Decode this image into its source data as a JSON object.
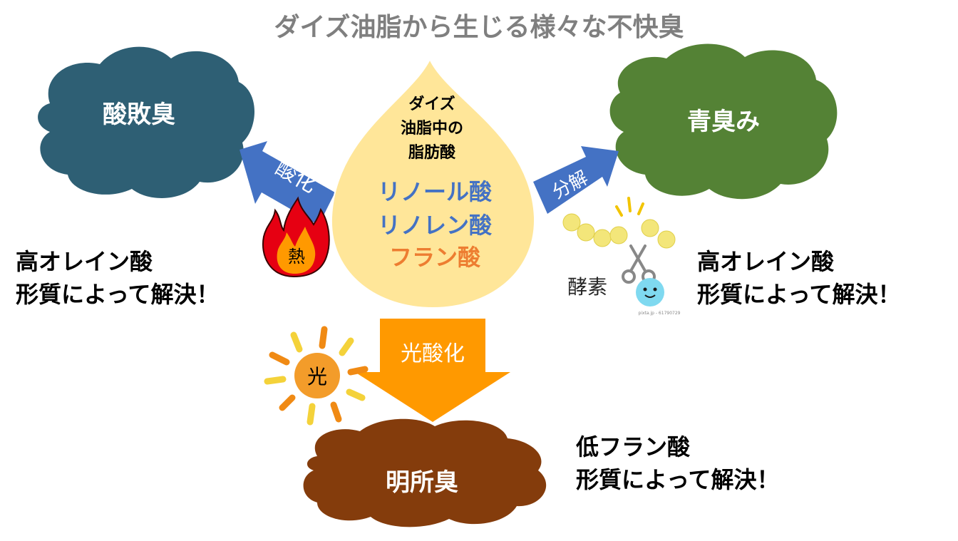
{
  "title": "ダイズ油脂から生じる様々な不快臭",
  "center": {
    "header_lines": [
      "ダイズ",
      "油脂中の",
      "脂肪酸"
    ],
    "acids": [
      {
        "label": "リノール酸",
        "color": "#4472c4"
      },
      {
        "label": "リノレン酸",
        "color": "#4472c4"
      },
      {
        "label": "フラン酸",
        "color": "#ed7d31"
      }
    ],
    "drop_color": "#ffe699"
  },
  "clouds": {
    "rancid": {
      "label": "酸敗臭",
      "color": "#2e5f74"
    },
    "grassy": {
      "label": "青臭み",
      "color": "#548235"
    },
    "reversion": {
      "label": "明所臭",
      "color": "#843c0c"
    }
  },
  "arrows": {
    "oxidation": {
      "label": "酸化",
      "color": "#4472c4"
    },
    "decomposition": {
      "label": "分解",
      "color": "#4472c4"
    },
    "photooxidation": {
      "label": "光酸化",
      "color": "#ff9900"
    }
  },
  "causes": {
    "heat": {
      "label": "熱",
      "icon": "fire-icon"
    },
    "enzyme": {
      "label": "酵素",
      "icon": "enzyme-scissors-icon",
      "credit": "pixta.jp - 61790729"
    },
    "light": {
      "label": "光",
      "icon": "sun-icon"
    }
  },
  "solutions": {
    "left": [
      "高オレイン酸",
      "形質によって解決！"
    ],
    "right": [
      "高オレイン酸",
      "形質によって解決！"
    ],
    "bottom": [
      "低フラン酸",
      "形質によって解決！"
    ]
  }
}
